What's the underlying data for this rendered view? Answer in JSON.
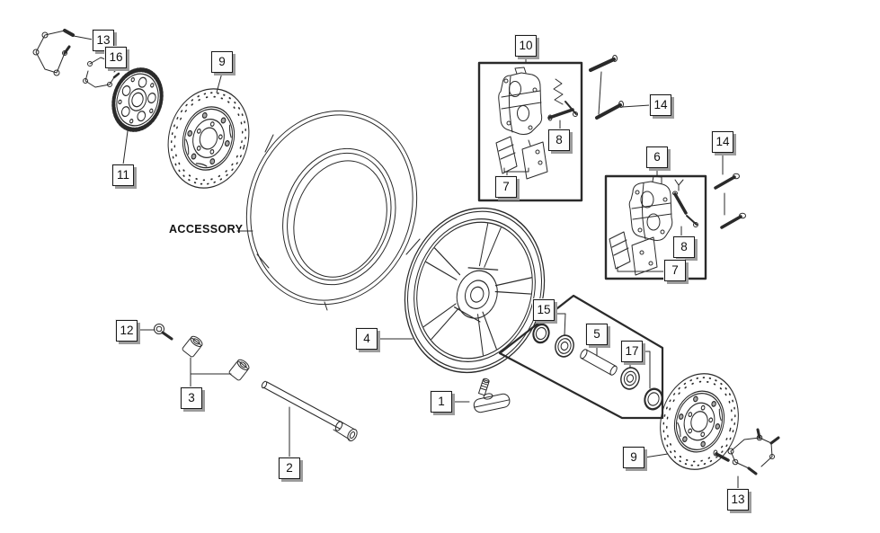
{
  "figure": {
    "accessory_label": "ACCESSORY"
  },
  "callouts": {
    "c13_top": "13",
    "c16": "16",
    "c11": "11",
    "c9_top": "9",
    "c10": "10",
    "c8_box10": "8",
    "c7_box10": "7",
    "c14_top": "14",
    "c6": "6",
    "c8_box6": "8",
    "c7_box6": "7",
    "c14_right": "14",
    "c12": "12",
    "c3": "3",
    "c2": "2",
    "c1": "1",
    "c4": "4",
    "c15": "15",
    "c5": "5",
    "c17": "17",
    "c9_bottom": "9",
    "c13_bottom": "13"
  }
}
